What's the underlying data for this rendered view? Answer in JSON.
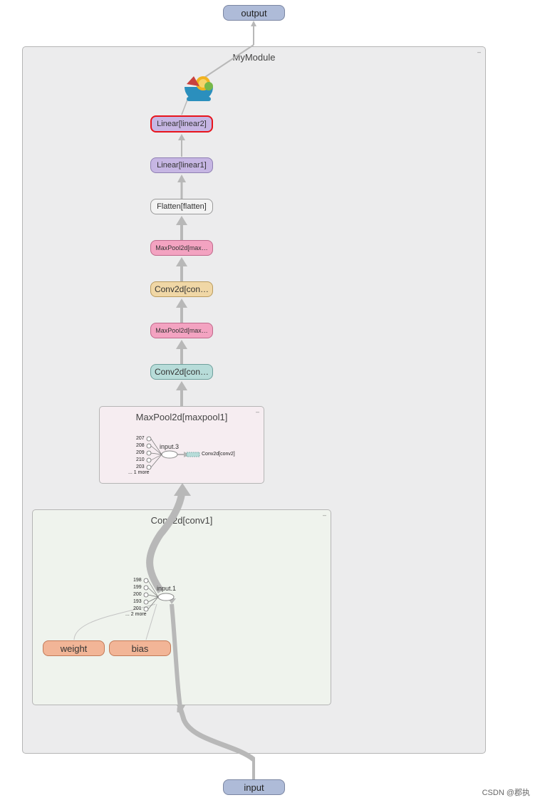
{
  "nodes": {
    "output": "output",
    "input": "input",
    "linear2": "Linear[linear2]",
    "linear1": "Linear[linear1]",
    "flatten": "Flatten[flatten]",
    "maxpool2": "MaxPool2d[max…",
    "conv2": "Conv2d[con…",
    "maxpool1_collapsed": "MaxPool2d[max…",
    "conv1_collapsed": "Conv2d[con…",
    "weight": "weight",
    "bias": "bias"
  },
  "groups": {
    "module": {
      "title": "MyModule"
    },
    "maxpool1": {
      "title": "MaxPool2d[maxpool1]",
      "op_label": "input.3",
      "inputs": [
        "207",
        "208",
        "209",
        "210",
        "203"
      ],
      "more": "... 1 more",
      "target": "Conv2d[conv2]"
    },
    "conv1": {
      "title": "Conv2d[conv1]",
      "op_label": "input.1",
      "inputs": [
        "198",
        "199",
        "200",
        "193",
        "201"
      ],
      "more": "... 2 more"
    }
  },
  "watermark": "CSDN @郡执",
  "colors": {
    "selected_border": "#e8141c",
    "io": "#aebbd8",
    "linear": "#c6b6e3",
    "maxpool": "#f3a3c1",
    "conv_a": "#f0d7a6",
    "conv_b": "#b7dcd9",
    "param": "#f2b597",
    "edge": "#b8b8b8"
  }
}
